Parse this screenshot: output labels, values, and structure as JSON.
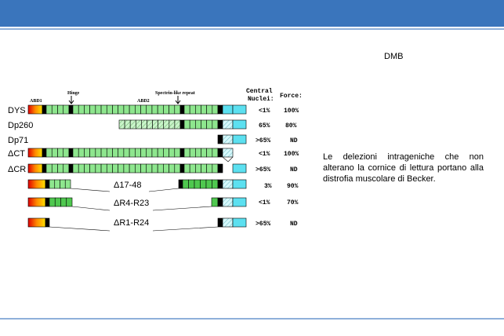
{
  "slide": {
    "title": "DMB",
    "caption": "Le delezioni intrageniche che non alterano la cornice di lettura portano alla distrofia muscolare di Becker.",
    "colors": {
      "header": "#3a75bc",
      "rule": "#8fb0da",
      "rod": "#8ee68e",
      "ct": "#5ce0f0",
      "hinge": "#000000"
    }
  },
  "diagram": {
    "labels": {
      "abd1": "ABD1",
      "hinge": "Hinge",
      "abd2": "ABD2",
      "spectrin": "Spectrin-like repeat",
      "cr": "CR",
      "ct": "CT"
    },
    "headers": {
      "central": "Central",
      "nuclei": "Nuclei:",
      "force": "Force:"
    },
    "rows": [
      {
        "name": "DYS",
        "nuclei": "<1%",
        "force": "100%"
      },
      {
        "name": "Dp260",
        "nuclei": "65%",
        "force": "80%"
      },
      {
        "name": "Dp71",
        "nuclei": ">65%",
        "force": "ND"
      },
      {
        "name": "ΔCT",
        "nuclei": "<1%",
        "force": "100%"
      },
      {
        "name": "ΔCR",
        "nuclei": ">65%",
        "force": "ND"
      },
      {
        "name": "Δ17-48",
        "nuclei": "3%",
        "force": "90%"
      },
      {
        "name": "ΔR4-R23",
        "nuclei": "<1%",
        "force": "70%"
      },
      {
        "name": "ΔR1-R24",
        "nuclei": ">65%",
        "force": "ND"
      }
    ]
  }
}
